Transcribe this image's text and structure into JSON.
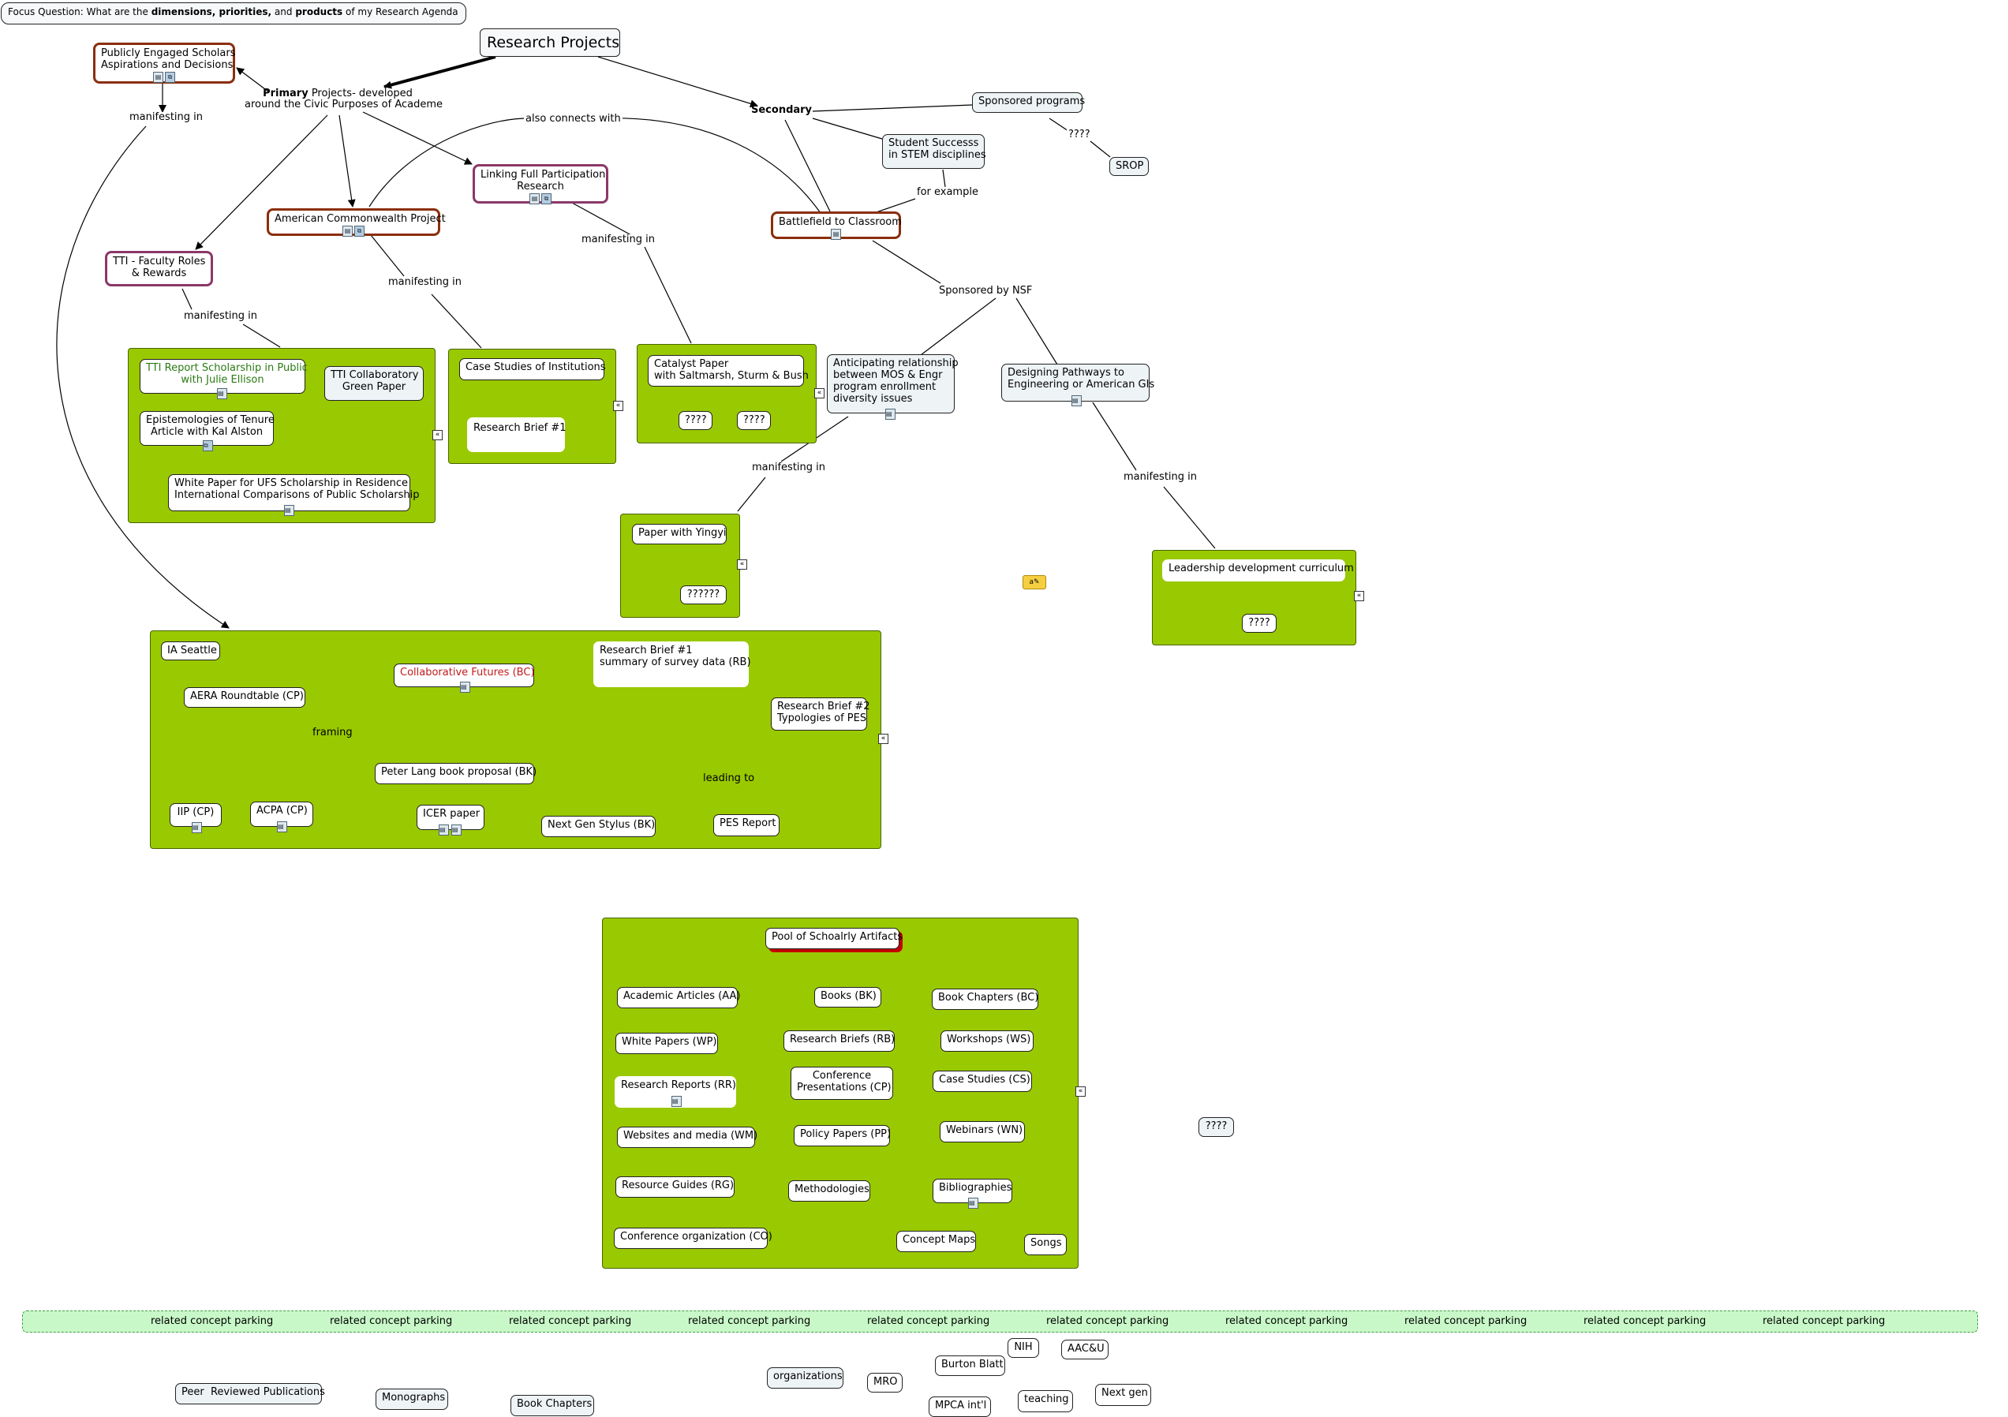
{
  "focus_question": {
    "prefix": "Focus Question: What are the ",
    "bold": "dimensions, priorities,",
    "middle": " and ",
    "bold2": "products",
    "suffix": " of my Research Agenda"
  },
  "nodes": {
    "research_projects": "Research Projects",
    "public_engaged": "Publicly Engaged Scholars\nAspirations and Decisions",
    "primary_bold": "Primary",
    "primary_rest": " Projects- developed\naround the Civic Purposes of Academe",
    "secondary": "Secondary",
    "sponsored_programs": "Sponsored programs",
    "srop": "SROP",
    "student_success": "Student Successs\nin STEM disciplines",
    "battlefield": "Battlefield to Classroom",
    "linking": "Linking Full Participation\nResearch",
    "american": "American Commonwealth Project",
    "tti": "TTI - Faculty Roles\n& Rewards",
    "tti_report": "TTI Report Scholarship in Public\nwith Julie Ellison",
    "tti_collab": "TTI Collaboratory\nGreen Paper",
    "epistem": "Epistemologies of Tenure\nArticle with Kal Alston",
    "white_paper": "White Paper for UFS Scholarship in Residence\nInternational Comparisons of Public Scholarship",
    "case_studies": "Case Studies of Institutions",
    "research_brief_1a": "Research Brief #1",
    "catalyst": "Catalyst Paper\nwith Saltmarsh, Sturm & Bush",
    "q1": "????",
    "q2": "????",
    "anticipating": "Anticipating relationship\nbetween MOS & Engr\nprogram enrollment\ndiversity issues",
    "designing": "Designing Pathways to\nEngineering or American GIs",
    "paper_yingyi": "Paper with Yingyi",
    "q6": "??????",
    "leadership": "Leadership development curriculum",
    "q3": "????",
    "ia_seattle": "IA Seattle",
    "collab_futures": "Collaborative Futures (BC)",
    "rb1_summary": "Research Brief #1\nsummary of survey data (RB)",
    "aera": "AERA Roundtable (CP)",
    "rb2": "Research Brief #2\nTypologies of PES",
    "peter_lang": "Peter Lang book proposal (BK)",
    "iip": "IIP (CP)",
    "acpa": "ACPA (CP)",
    "icer": "ICER paper",
    "next_gen_stylus": "Next Gen Stylus (BK)",
    "pes_report": "PES Report",
    "pool": "Pool of Schoalrly Artifacts",
    "academic_articles": "Academic Articles (AA)",
    "books": "Books (BK)",
    "book_chapters_bc": "Book Chapters (BC)",
    "white_papers": "White Papers (WP)",
    "research_briefs": "Research Briefs (RB)",
    "workshops": "Workshops (WS)",
    "research_reports": "Research Reports (RR)",
    "conf_pres": "Conference\nPresentations (CP)",
    "case_studies_cs": "Case Studies (CS)",
    "websites": "Websites and media (WM)",
    "policy": "Policy Papers (PP)",
    "webinars": "Webinars (WN)",
    "resource_guides": "Resource Guides (RG)",
    "methodologies": "Methodologies",
    "bibliographies": "Bibliographies",
    "conf_org": "Conference organization (CO)",
    "concept_maps": "Concept Maps",
    "songs": "Songs",
    "q_lone": "????",
    "peer_reviewed": "Peer  Reviewed Publications",
    "monographs": "Monographs",
    "book_chapters": "Book Chapters",
    "organizations": "organizations",
    "mro": "MRO",
    "burton_blatt": "Burton Blatt",
    "nih": "NIH",
    "aacu": "AAC&U",
    "mpca": "MPCA int'l",
    "teaching": "teaching",
    "next_gen": "Next gen"
  },
  "links": {
    "manifesting_in_1": "manifesting in",
    "manifesting_in_2": "manifesting in",
    "manifesting_in_3": "manifesting in",
    "manifesting_in_4": "manifesting in",
    "manifesting_in_5": "manifesting in",
    "manifesting_in_6": "manifesting in",
    "also_connects": "also connects with",
    "q4": "????",
    "for_example": "for example",
    "sponsored_nsf": "Sponsored by NSF",
    "framing": "framing",
    "leading_to": "leading to"
  },
  "parking_label": "related concept parking",
  "parking_count": 10
}
